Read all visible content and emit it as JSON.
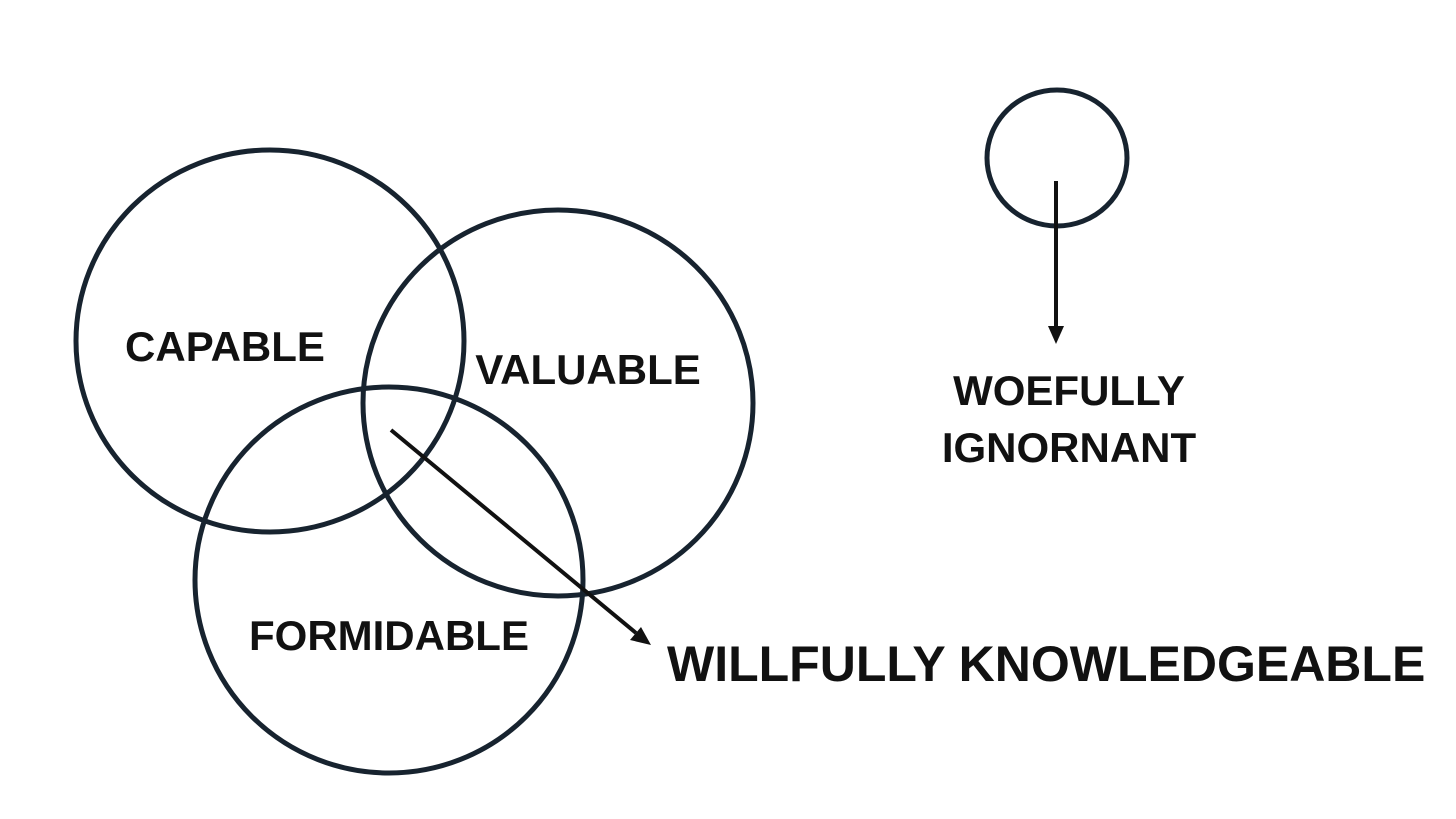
{
  "venn": {
    "circle_1_label": "CAPABLE",
    "circle_2_label": "VALUABLE",
    "circle_3_label": "FORMIDABLE",
    "intersection_label": "WILLFULLY KNOWLEDGEABLE"
  },
  "single": {
    "line_1": "WOEFULLY",
    "line_2": "IGNORNANT"
  },
  "colors": {
    "circle_stroke": "#17232f",
    "text": "#111111",
    "background": "#ffffff"
  }
}
